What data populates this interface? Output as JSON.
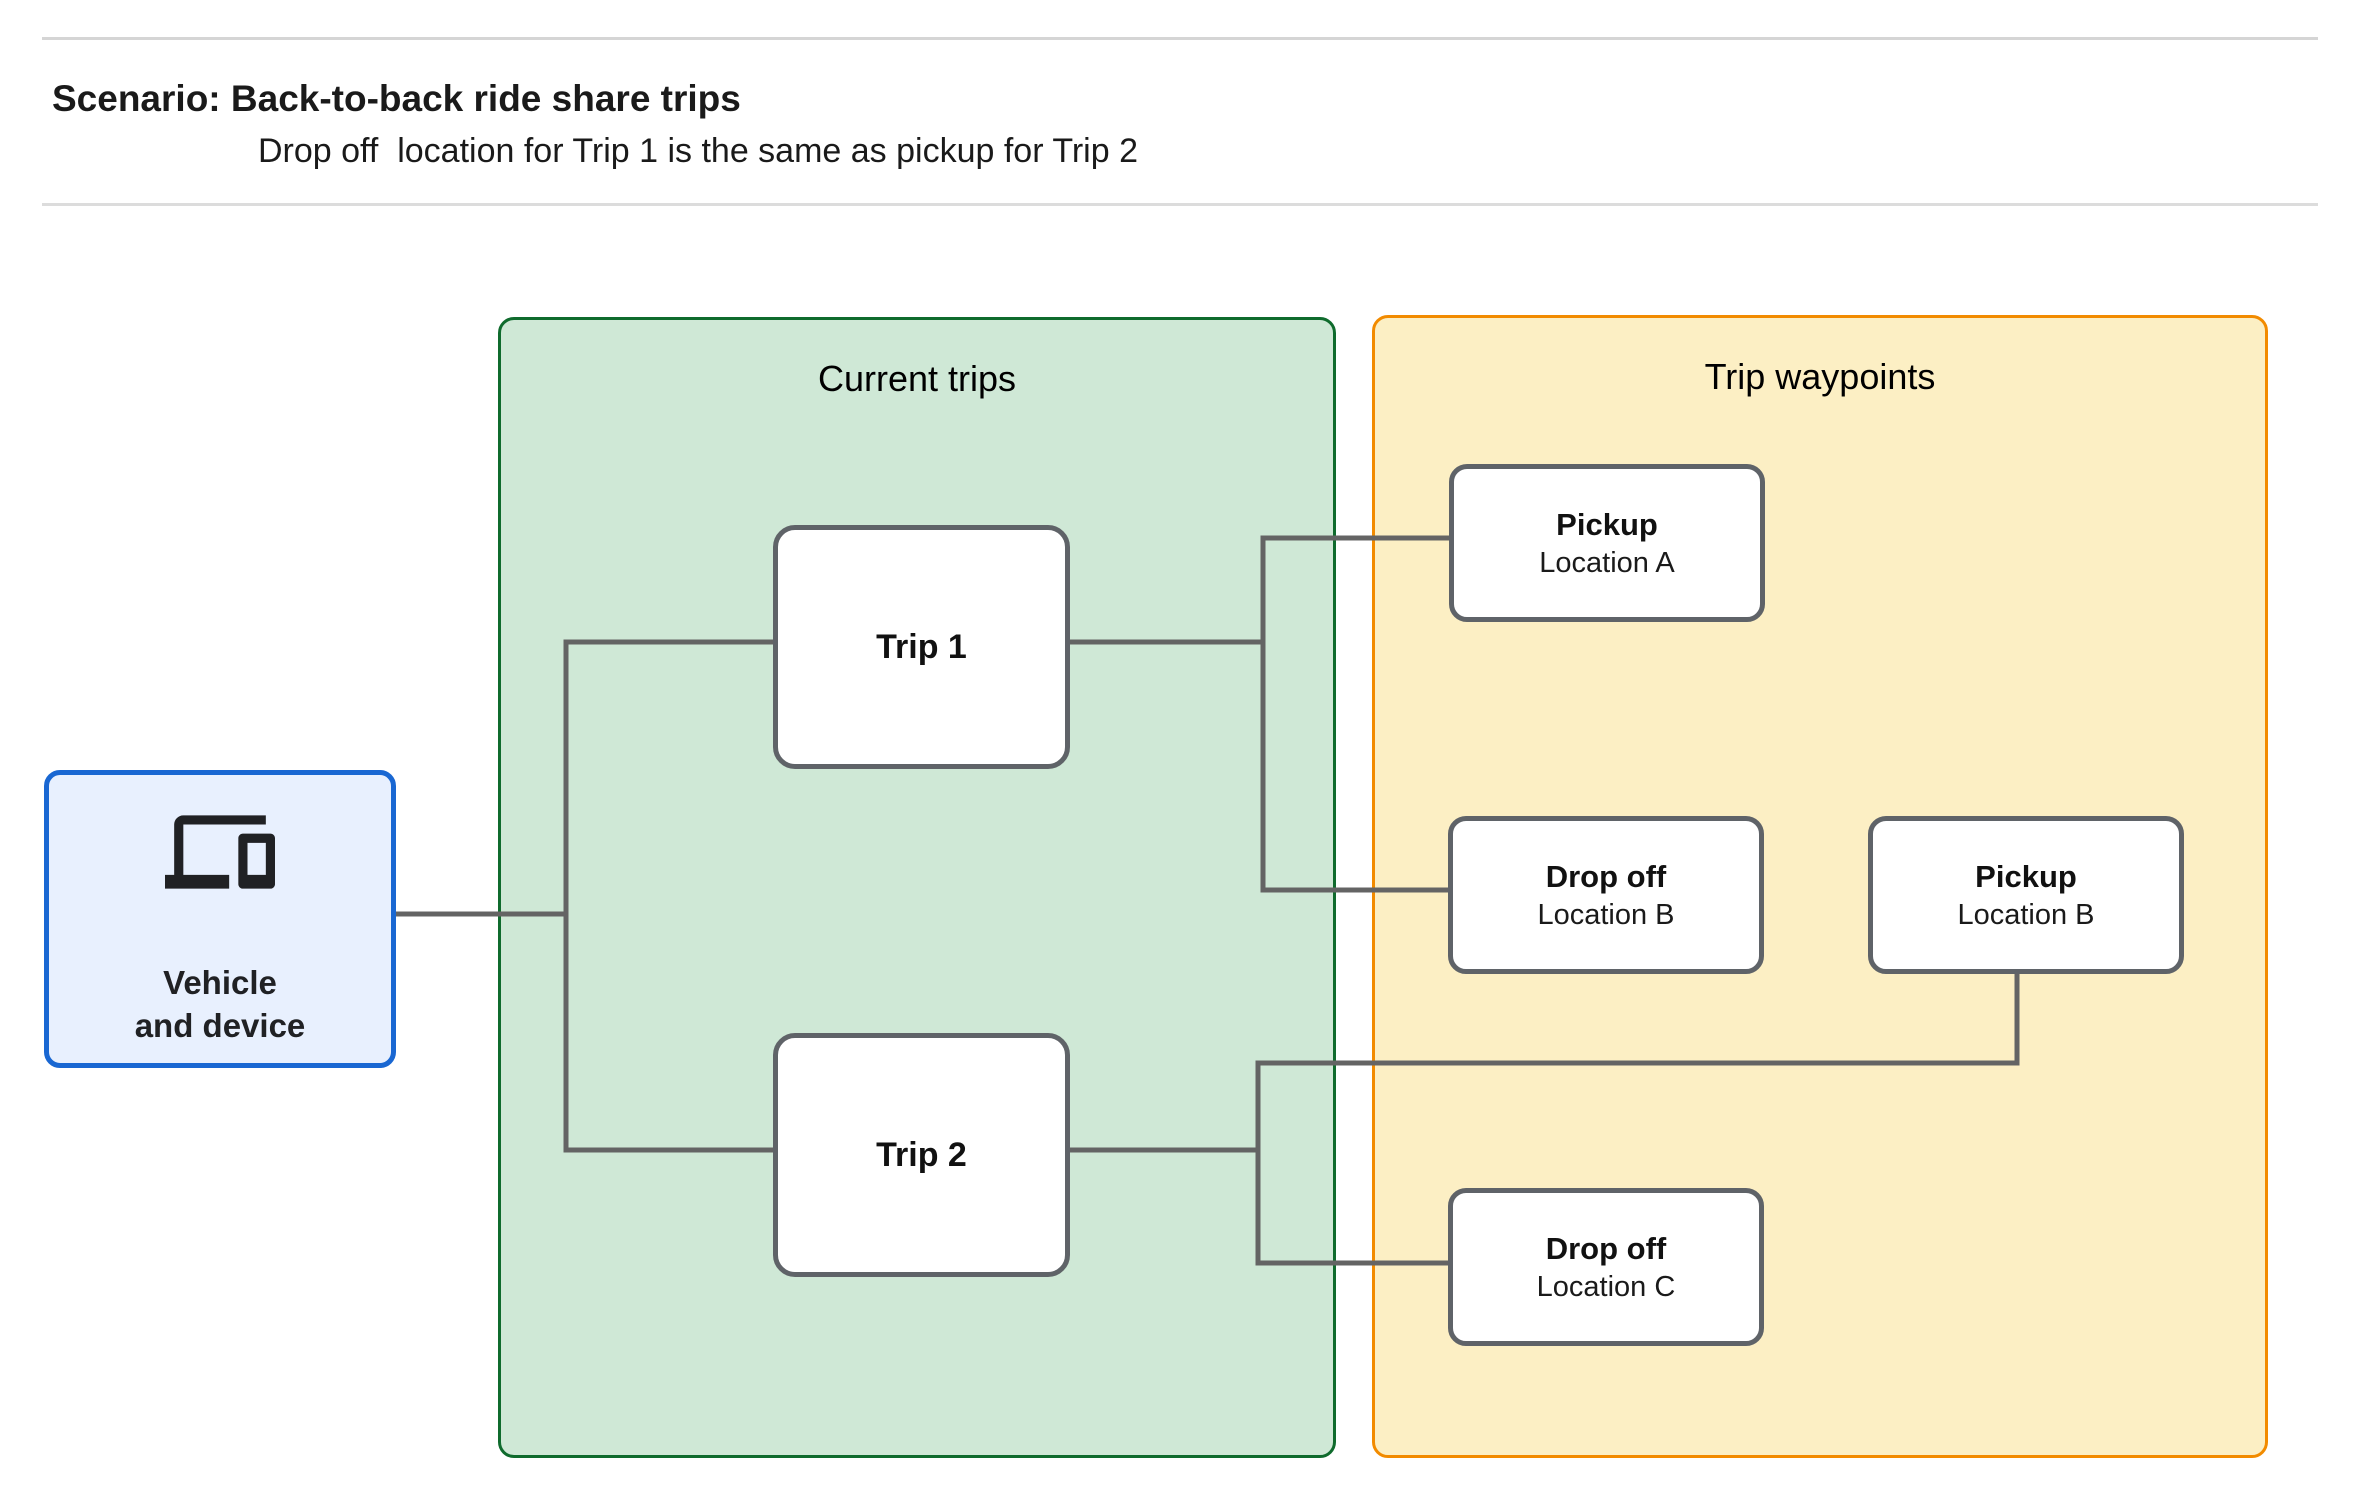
{
  "header": {
    "title": "Scenario: Back-to-back ride share trips",
    "subtitle": "Drop off  location for Trip 1 is the same as pickup for Trip 2"
  },
  "vehicle": {
    "label_line1": "Vehicle",
    "label_line2": "and device",
    "icon": "devices-icon"
  },
  "groups": {
    "current_trips": {
      "title": "Current trips",
      "fill": "#cfe8d6",
      "border": "#0f6b2d"
    },
    "trip_waypoints": {
      "title": "Trip waypoints",
      "fill": "#fcefc4",
      "border": "#f28b00"
    }
  },
  "trips": [
    {
      "label": "Trip 1"
    },
    {
      "label": "Trip 2"
    }
  ],
  "waypoints": [
    {
      "title": "Pickup",
      "subtitle": "Location A"
    },
    {
      "title": "Drop off",
      "subtitle": "Location B"
    },
    {
      "title": "Pickup",
      "subtitle": "Location B"
    },
    {
      "title": "Drop off",
      "subtitle": "Location C"
    }
  ],
  "colors": {
    "vehicle_fill": "#e8f0fe",
    "vehicle_border": "#1967d2",
    "node_border": "#5f6368",
    "connector": "#646464",
    "divider": "#d5d5d5",
    "text": "#202124"
  }
}
